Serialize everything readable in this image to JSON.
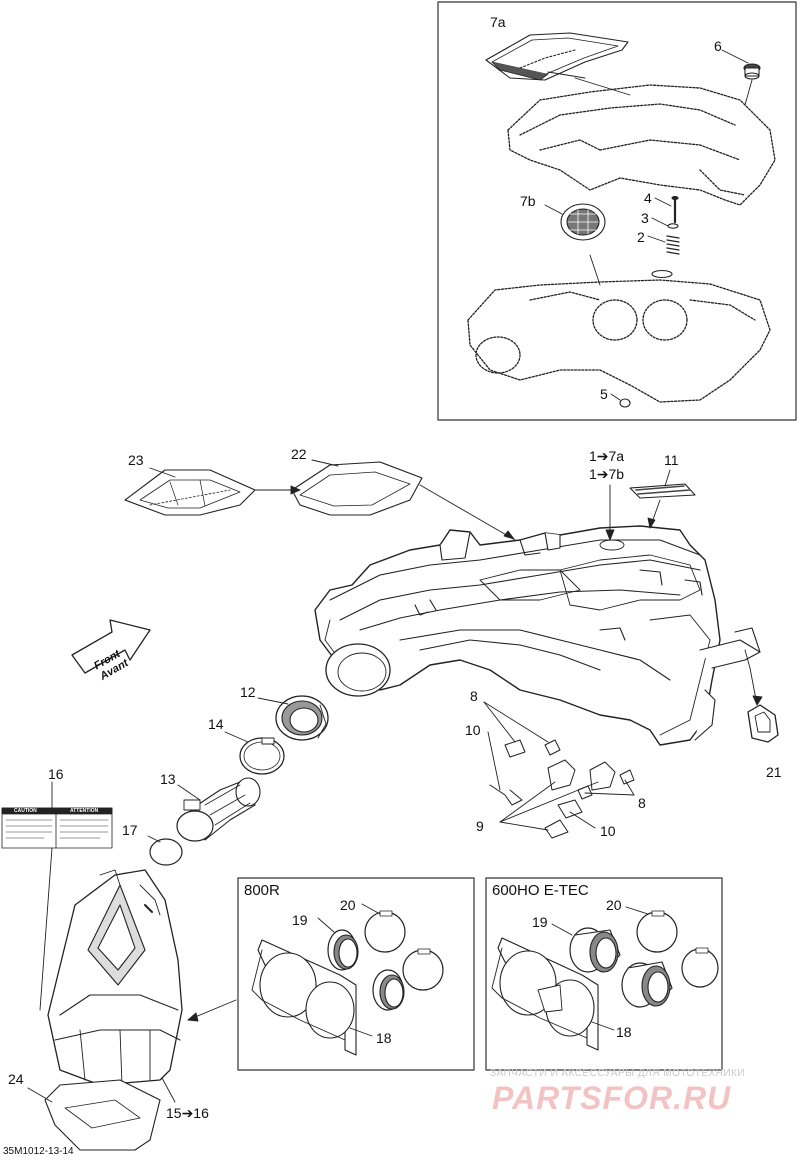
{
  "diagram": {
    "callouts": {
      "c7a": "7a",
      "c6": "6",
      "c7b": "7b",
      "c4": "4",
      "c3": "3",
      "c2": "2",
      "c5": "5",
      "c23": "23",
      "c22": "22",
      "c1_7a": "1➔7a",
      "c1_7b": "1➔7b",
      "c11": "11",
      "c12": "12",
      "c14": "14",
      "c13": "13",
      "c16": "16",
      "c17": "17",
      "c8a": "8",
      "c10a": "10",
      "c9": "9",
      "c8b": "8",
      "c10b": "10",
      "c21": "21",
      "c20a": "20",
      "c19a": "19",
      "c18a": "18",
      "c20b": "20",
      "c19b": "19",
      "c18b": "18",
      "c24": "24",
      "c15_16": "15➔16"
    },
    "front_arrow": {
      "line1": "Front",
      "line2": "Avant"
    },
    "decal": {
      "left": "CAUTION",
      "right": "ATTENTION"
    },
    "detail_boxes": {
      "box_800r": "800R",
      "box_600ho": "600HO E-TEC"
    },
    "part_code": "35M1012-13-14"
  },
  "watermark": {
    "tagline": "ЗАПЧАСТИ И АКСЕССУАРЫ ДЛЯ МОТОТЕХНИКИ",
    "brand": "PARTSFOR.RU"
  }
}
